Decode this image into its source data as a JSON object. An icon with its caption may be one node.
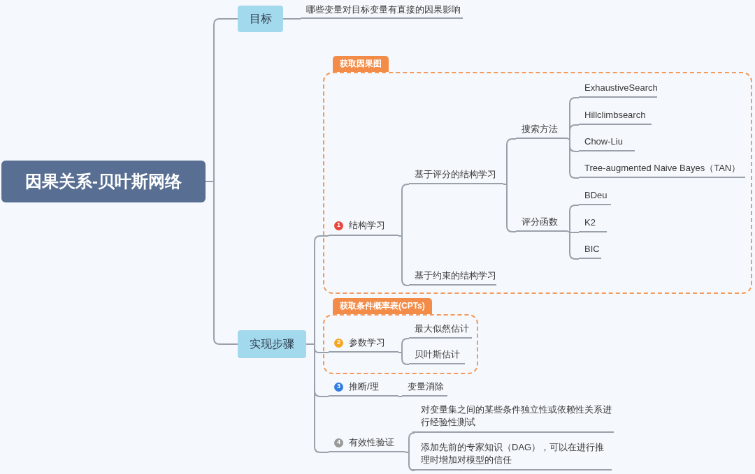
{
  "diagram": {
    "nodes": [
      {
        "text": [
          "因果关系-贝叶斯网络"
        ]
      },
      {
        "text": [
          "目标"
        ]
      },
      {
        "text": [
          "哪些变量对目标变量有直接的因果影响"
        ]
      },
      {
        "text": [
          "实现步骤"
        ]
      },
      {
        "text": [
          "获取因果图"
        ]
      },
      {
        "text": [
          "1",
          "结构学习"
        ],
        "in": 4
      },
      {
        "text": [
          "基于评分的结构学习"
        ],
        "in": 4
      },
      {
        "text": [
          "搜索方法"
        ],
        "in": 4
      },
      {
        "text": [
          "ExhaustiveSearch"
        ],
        "in": 4
      },
      {
        "text": [
          "Hillclimbsearch"
        ],
        "in": 4
      },
      {
        "text": [
          "Chow-Liu"
        ],
        "in": 4
      },
      {
        "text": [
          "Tree-augmented Naive Bayes（TAN）"
        ],
        "in": 4
      },
      {
        "text": [
          "评分函数"
        ],
        "in": 4
      },
      {
        "text": [
          "BDeu"
        ],
        "in": 4
      },
      {
        "text": [
          "K2"
        ],
        "in": 4
      },
      {
        "text": [
          "BIC"
        ],
        "in": 4
      },
      {
        "text": [
          "基于约束的结构学习"
        ],
        "in": 4
      },
      {
        "text": [
          "获取条件概率表(CPTs)"
        ]
      },
      {
        "text": [
          "2",
          "参数学习"
        ],
        "in": 17
      },
      {
        "text": [
          "最大似然估计"
        ],
        "in": 17
      },
      {
        "text": [
          "贝叶斯估计"
        ],
        "in": 17
      },
      {
        "text": [
          "3",
          "推断/理"
        ]
      },
      {
        "text": [
          "变量消除"
        ]
      },
      {
        "text": [
          "4",
          "有效性验证"
        ]
      },
      {
        "text": [
          "对变量集之间的某些条件独立性或依赖性关系进行经验性测试"
        ]
      },
      {
        "text": [
          "添加先前的专家知识（DAG），可以在进行推理时增加对模型的信任"
        ]
      }
    ],
    "edges": [
      {
        "from": 0,
        "to": 1,
        "arrow": "none"
      },
      {
        "from": 1,
        "to": 2,
        "arrow": "none"
      },
      {
        "from": 0,
        "to": 3,
        "arrow": "none"
      },
      {
        "from": 3,
        "to": 5,
        "arrow": "none"
      },
      {
        "from": 5,
        "to": 6,
        "arrow": "none"
      },
      {
        "from": 6,
        "to": 7,
        "arrow": "none"
      },
      {
        "from": 7,
        "to": 8,
        "arrow": "none"
      },
      {
        "from": 7,
        "to": 9,
        "arrow": "none"
      },
      {
        "from": 7,
        "to": 10,
        "arrow": "none"
      },
      {
        "from": 7,
        "to": 11,
        "arrow": "none"
      },
      {
        "from": 6,
        "to": 12,
        "arrow": "none"
      },
      {
        "from": 12,
        "to": 13,
        "arrow": "none"
      },
      {
        "from": 12,
        "to": 14,
        "arrow": "none"
      },
      {
        "from": 12,
        "to": 15,
        "arrow": "none"
      },
      {
        "from": 5,
        "to": 16,
        "arrow": "none"
      },
      {
        "from": 3,
        "to": 18,
        "arrow": "none"
      },
      {
        "from": 18,
        "to": 19,
        "arrow": "none"
      },
      {
        "from": 18,
        "to": 20,
        "arrow": "none"
      },
      {
        "from": 3,
        "to": 21,
        "arrow": "none"
      },
      {
        "from": 21,
        "to": 22,
        "arrow": "none"
      },
      {
        "from": 3,
        "to": 23,
        "arrow": "none"
      },
      {
        "from": 23,
        "to": 24,
        "arrow": "none"
      },
      {
        "from": 23,
        "to": 25,
        "arrow": "none"
      }
    ]
  }
}
